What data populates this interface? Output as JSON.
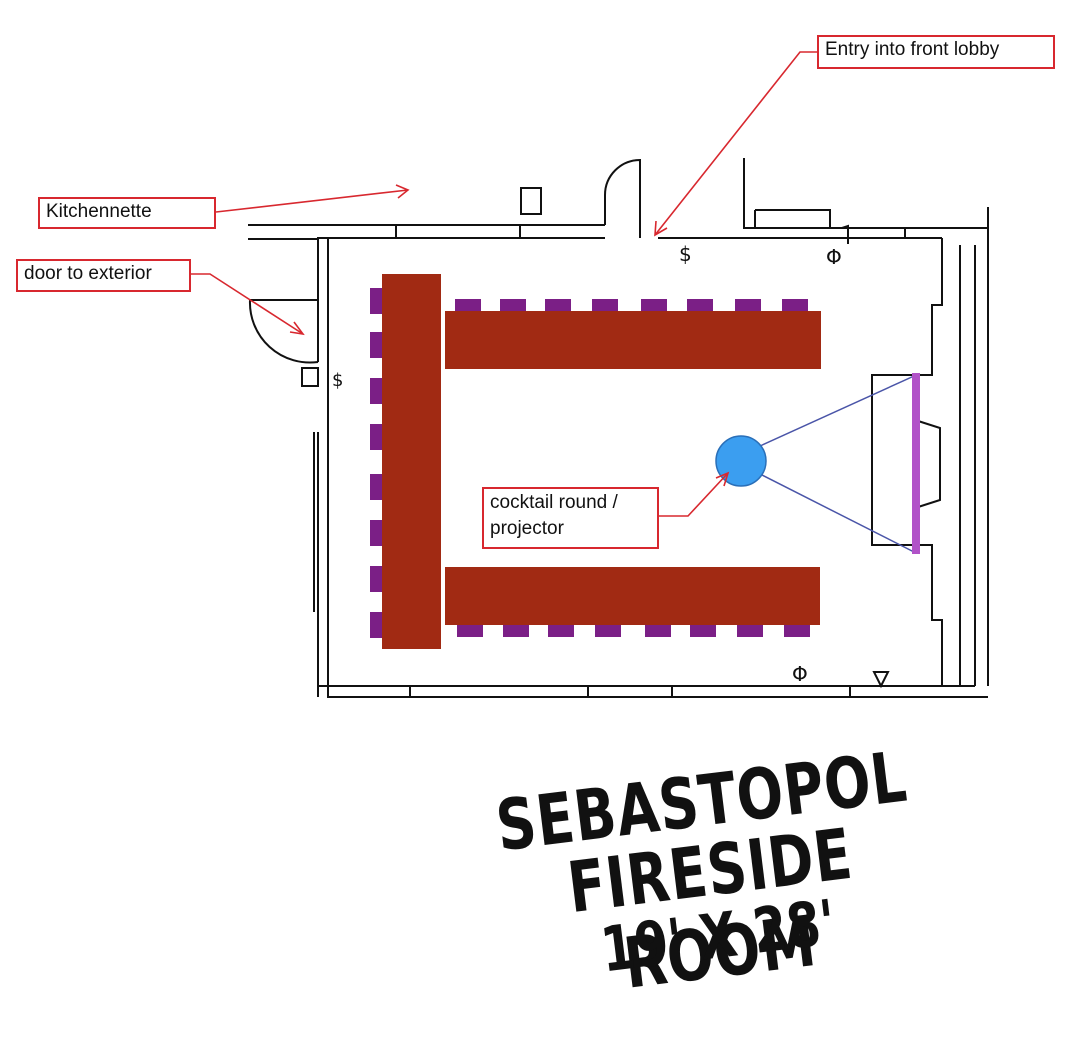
{
  "diagram": {
    "callouts": {
      "kitchenette": "Kitchennette",
      "door_to_exterior": "door to exterior",
      "entry": "Entry into front lobby",
      "projector_line1": "cocktail round /",
      "projector_line2": "projector"
    },
    "title": {
      "line1": "SEBASTOPOL",
      "line2": "FIRESIDE ROOM",
      "line3": "19' X 28'"
    },
    "symbols": {
      "outlet_switch": "$",
      "outlet_duplex": "Φ"
    },
    "colors": {
      "table": "#a12a13",
      "chair": "#7b1f86",
      "projector": "#3b9ef0",
      "screen": "#b152c8",
      "beam": "#4a55a8",
      "callout_border": "#d8282f",
      "wall": "#111111"
    }
  }
}
